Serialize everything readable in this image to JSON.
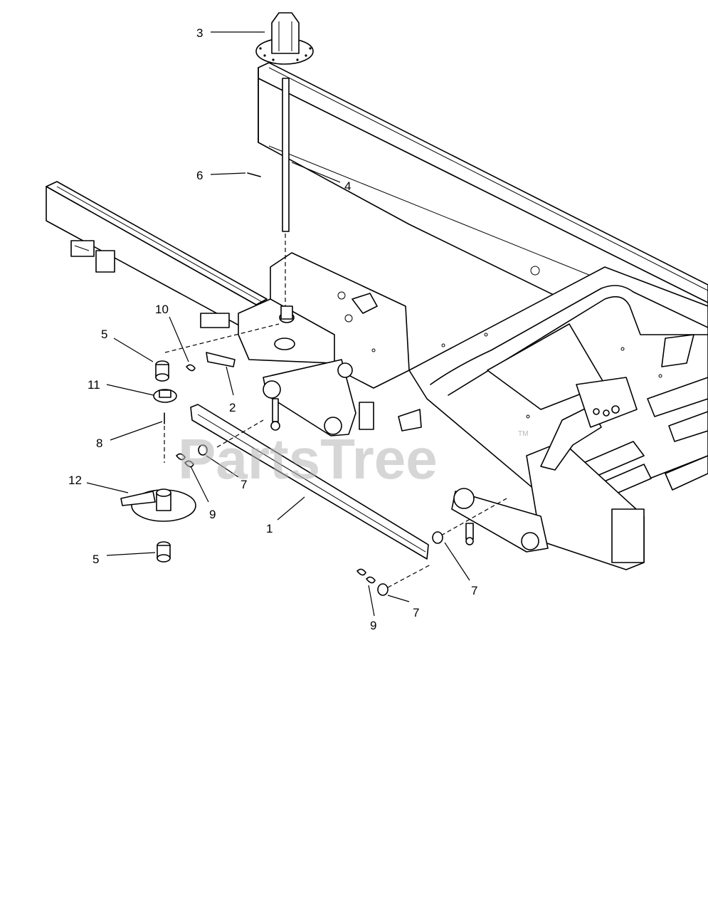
{
  "diagram": {
    "callouts": [
      {
        "id": "c3",
        "label": "3"
      },
      {
        "id": "c6",
        "label": "6"
      },
      {
        "id": "c4",
        "label": "4"
      },
      {
        "id": "c10",
        "label": "10"
      },
      {
        "id": "c5a",
        "label": "5"
      },
      {
        "id": "c2",
        "label": "2"
      },
      {
        "id": "c11",
        "label": "11"
      },
      {
        "id": "c8",
        "label": "8"
      },
      {
        "id": "c7a",
        "label": "7"
      },
      {
        "id": "c9a",
        "label": "9"
      },
      {
        "id": "c12",
        "label": "12"
      },
      {
        "id": "c1",
        "label": "1"
      },
      {
        "id": "c5b",
        "label": "5"
      },
      {
        "id": "c7b",
        "label": "7"
      },
      {
        "id": "c7c",
        "label": "7"
      },
      {
        "id": "c9b",
        "label": "9"
      }
    ]
  },
  "watermark": {
    "text": "PartsTree",
    "trademark": "TM"
  }
}
